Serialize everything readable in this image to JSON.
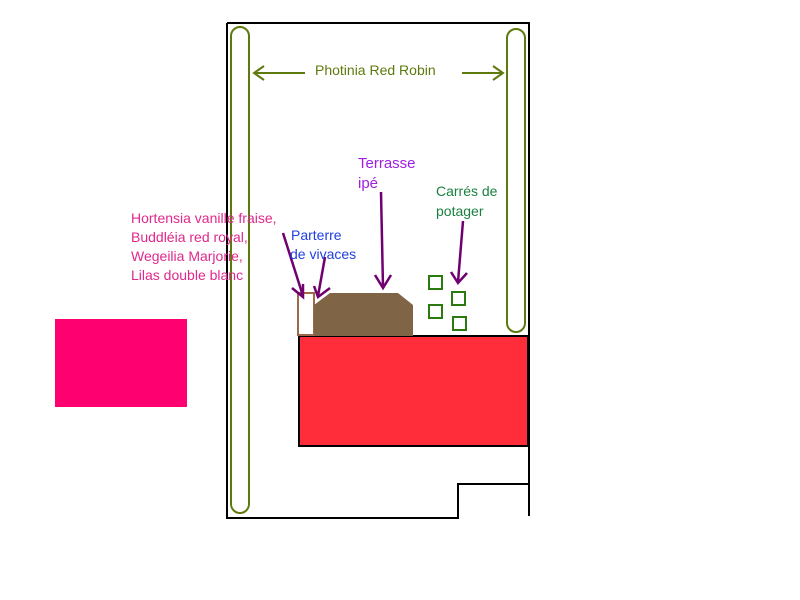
{
  "labels": {
    "hedge": "Photinia Red Robin",
    "terrace": [
      "Terrasse",
      "ipé"
    ],
    "vegetable": [
      "Carrés de",
      "potager"
    ],
    "perennials": [
      "Parterre",
      "de vivaces"
    ],
    "shrubs": [
      "Hortensia vanille fraise,",
      "Buddléia red royal,",
      "Wegeilia Marjorie,",
      "Lilas double blanc"
    ]
  },
  "colors": {
    "hedge": "#5e7a0e",
    "terrace_label": "#a020e0",
    "vegetable": "#1a8040",
    "vegetable_squares": "#2a7a10",
    "perennials": "#2040e0",
    "shrubs": "#e0288c",
    "arrows": "#700070",
    "terrace_fill": "#7f6446",
    "house": "#ff2d3a",
    "pink_block": "#ff0070"
  }
}
